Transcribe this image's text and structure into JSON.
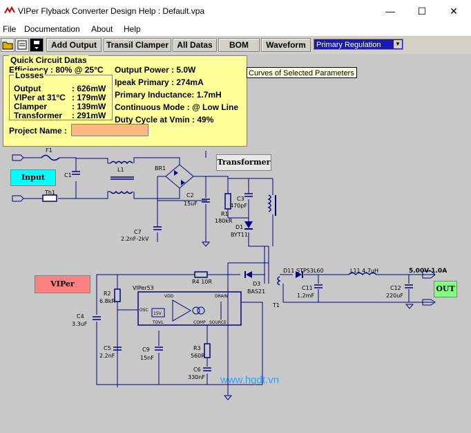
{
  "window": {
    "title": "VIPer Flyback Converter Design Help :  Default.vpa",
    "minimize_glyph": "—",
    "maximize_glyph": "☐",
    "close_glyph": "✕"
  },
  "menu": [
    "File",
    "Documentation",
    "About",
    "Help"
  ],
  "toolbar": {
    "buttons": [
      "Add Output",
      "Transil Clamper",
      "All Datas",
      "BOM",
      "Waveform"
    ],
    "select_value": "Primary Regulation",
    "select_arrow": "▼"
  },
  "quick_circuit": {
    "title": "Quick Circuit Datas",
    "efficiency": "Efficiency : 80% @ 25°C",
    "losses_title": "Losses",
    "losses": [
      {
        "name": "Output",
        "value": ": 626mW"
      },
      {
        "name": "VIPer at 31°C",
        "value": ": 179mW"
      },
      {
        "name": "Clamper",
        "value": ": 139mW"
      },
      {
        "name": "Transformer",
        "value": ": 291mW"
      }
    ],
    "project_name_label": "Project Name :",
    "project_name_value": "",
    "output_power": "Output Power : 5.0W",
    "ipeak_primary": "Ipeak Primary : 274mA",
    "primary_inductance": "Primary Inductance: 1.7mH",
    "continuous_mode": "Continuous Mode : @ Low Line",
    "duty_cycle": "Duty Cycle at Vmin : 49%"
  },
  "tooltip": "Curves of Selected Parameters",
  "buttons": {
    "transformer": "Transformer",
    "input": "Input",
    "viper": "VIPer",
    "out": "OUT"
  },
  "schematic": {
    "F1": "F1",
    "C1": "C1",
    "L1": "L1",
    "BR1": "BR1",
    "Th1": "Th1",
    "C2": "C2",
    "C2v": "15uF",
    "R1": "R1",
    "R1v": "180kR",
    "C3": "C3",
    "C3v": "470pF",
    "D1": "D1",
    "D1v": "BYT11",
    "C7": "C7",
    "C7v": "2.2nF-2kV",
    "R4": "R4 10R",
    "D3": "D3",
    "D3v": "BAS21",
    "T1": "T1",
    "D11": "D11",
    "D11v": "STPS3L60",
    "L11": "L11 4.7uH",
    "C11": "C11",
    "C11v": "1.2mF",
    "C12": "C12",
    "C12v": "220uF",
    "output_spec": "5.00V-1.0A",
    "R2": "R2",
    "R2v": "6.8kR",
    "C4": "C4",
    "C4v": "3.3uF",
    "C5": "C5",
    "C5v": "2.2nF",
    "C9": "C9",
    "C9v": "15nF",
    "R3": "R3",
    "R3v": "560R",
    "C6": "C6",
    "C6v": "330nF",
    "viper_part": "VIPer53",
    "pin_vdd": "VDD",
    "pin_osc": "OSC",
    "pin_tovl": "TOVL",
    "pin_comp": "COMP",
    "pin_source": "SOURCE",
    "pin_drain": "DRAIN",
    "zener": "15V"
  },
  "watermark": "www.hqdt.vn",
  "colors": {
    "input_button": "#00ffff",
    "viper_button": "#ff8080",
    "out_button": "#80ff80",
    "qcd_background": "#ffff99",
    "project_input": "#fbb97f",
    "select_background": "#1a1ab0",
    "schematic_wire": "#000080"
  },
  "icons": [
    "app-logo-icon",
    "open-folder-icon",
    "print-icon",
    "save-icon"
  ]
}
